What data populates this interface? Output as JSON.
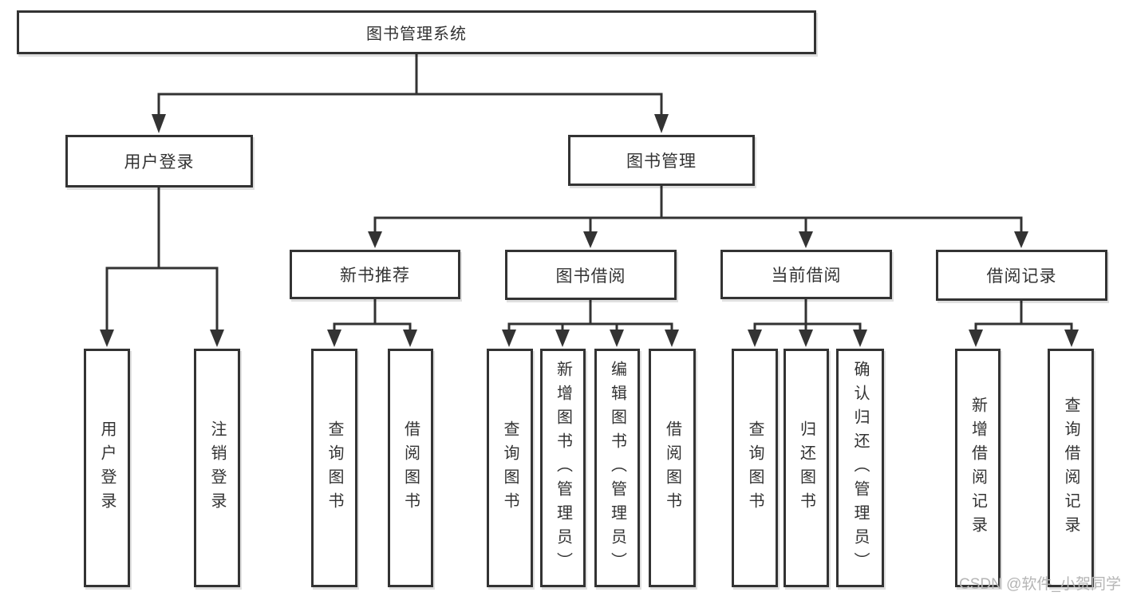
{
  "diagram": {
    "root": {
      "label": "图书管理系统"
    },
    "level2": [
      {
        "label": "用户登录"
      },
      {
        "label": "图书管理"
      }
    ],
    "level3": [
      {
        "label": "新书推荐"
      },
      {
        "label": "图书借阅"
      },
      {
        "label": "当前借阅"
      },
      {
        "label": "借阅记录"
      }
    ],
    "leaves": [
      {
        "label": "用户登录"
      },
      {
        "label": "注销登录"
      },
      {
        "label": "查询图书"
      },
      {
        "label": "借阅图书"
      },
      {
        "label": "查询图书"
      },
      {
        "label": "新增图书（管理员）"
      },
      {
        "label": "编辑图书（管理员）"
      },
      {
        "label": "借阅图书"
      },
      {
        "label": "查询图书"
      },
      {
        "label": "归还图书"
      },
      {
        "label": "确认归还（管理员）"
      },
      {
        "label": "新增借阅记录"
      },
      {
        "label": "查询借阅记录"
      }
    ]
  },
  "watermark": {
    "text": "CSDN @软件_小贺同学"
  },
  "colors": {
    "line": "#333333",
    "text": "#333333",
    "node_background": "#ffffff",
    "watermark": "#b5b5b5",
    "background": "#ffffff"
  }
}
